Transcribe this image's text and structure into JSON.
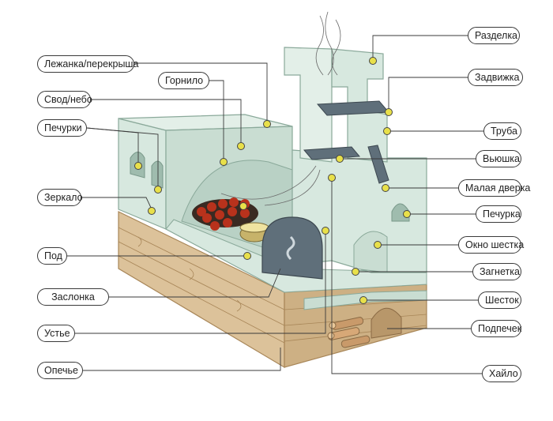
{
  "diagram": {
    "labels": {
      "lezhanka": "Лежанка/перекрыша",
      "gornilo": "Горнило",
      "svod": "Свод/небо",
      "pechurki_left": "Печурки",
      "zerkalo": "Зеркало",
      "pod": "Под",
      "zaslonka": "Заслонка",
      "uste": "Устье",
      "opeche": "Опечье",
      "razdelka": "Разделка",
      "zadvizhka": "Задвижка",
      "truba": "Труба",
      "vyushka": "Вьюшка",
      "malaya_dverka": "Малая дверка",
      "pechurka_right": "Печурка",
      "okno_shestka": "Окно шестка",
      "zagnetka": "Загнетка",
      "shestok": "Шесток",
      "podpechek": "Подпечек",
      "khaylo": "Хайло"
    },
    "colors": {
      "plaster": "#d7e8df",
      "plaster_shadow": "#b9d1c5",
      "wood": "#dcc29a",
      "wood_line": "#a88658",
      "metal": "#5f6f7a",
      "fire": "#b8321c",
      "dot": "#e8e04a",
      "line": "#3a3a3a"
    }
  }
}
